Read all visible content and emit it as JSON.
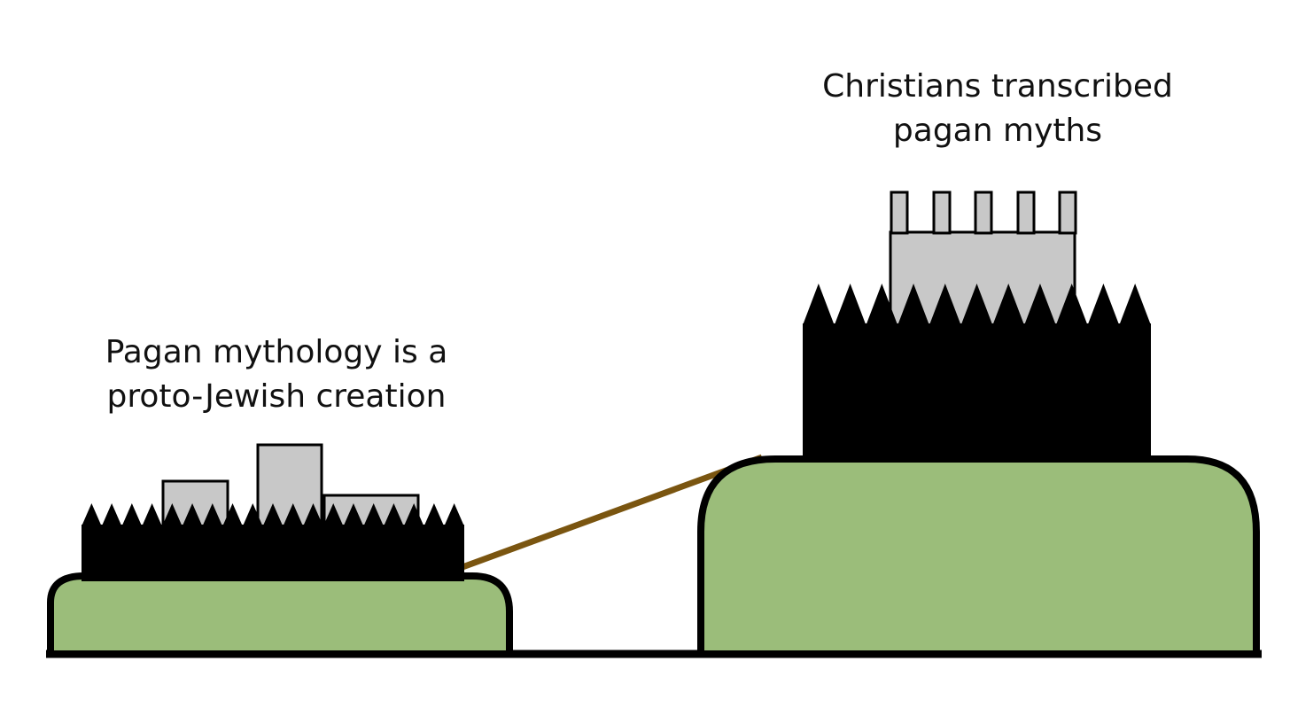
{
  "motte": {
    "label_line1": "Christians transcribed",
    "label_line2": "pagan myths"
  },
  "bailey": {
    "label_line1": "Pagan mythology is a",
    "label_line2": "proto-Jewish creation"
  },
  "colors": {
    "hill": "#9bbd7a",
    "outline": "#000000",
    "palisade": "#000000",
    "tower": "#c8c8c8",
    "bridge": "#7a5510",
    "background": "#ffffff"
  }
}
